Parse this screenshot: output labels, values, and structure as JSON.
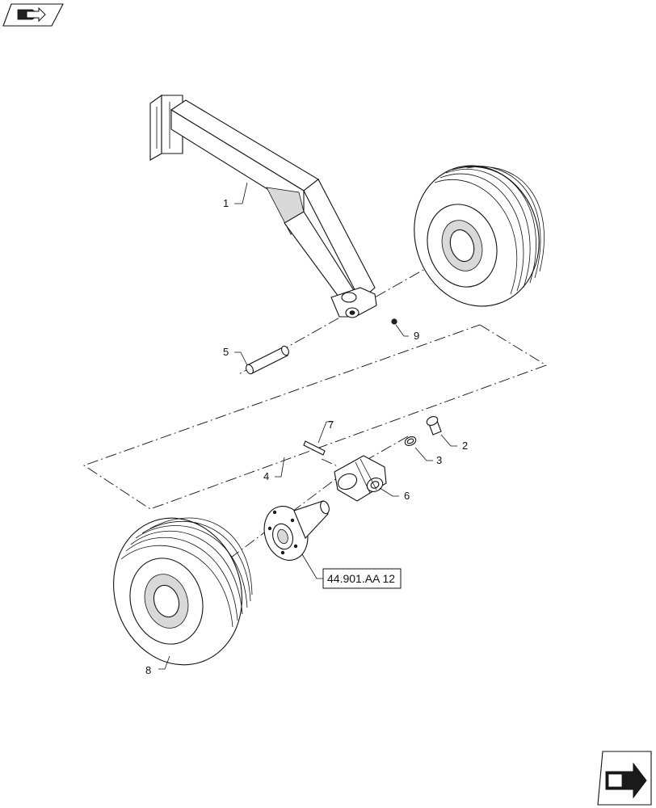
{
  "callouts": {
    "c1": "1",
    "c2": "2",
    "c3": "3",
    "c4": "4",
    "c5": "5",
    "c6": "6",
    "c7": "7",
    "c8": "8",
    "c9": "9"
  },
  "reference": {
    "label": "44.901.AA 12"
  },
  "icons": {
    "top_left": "back-arrow-icon",
    "bottom_right": "forward-arrow-icon"
  }
}
